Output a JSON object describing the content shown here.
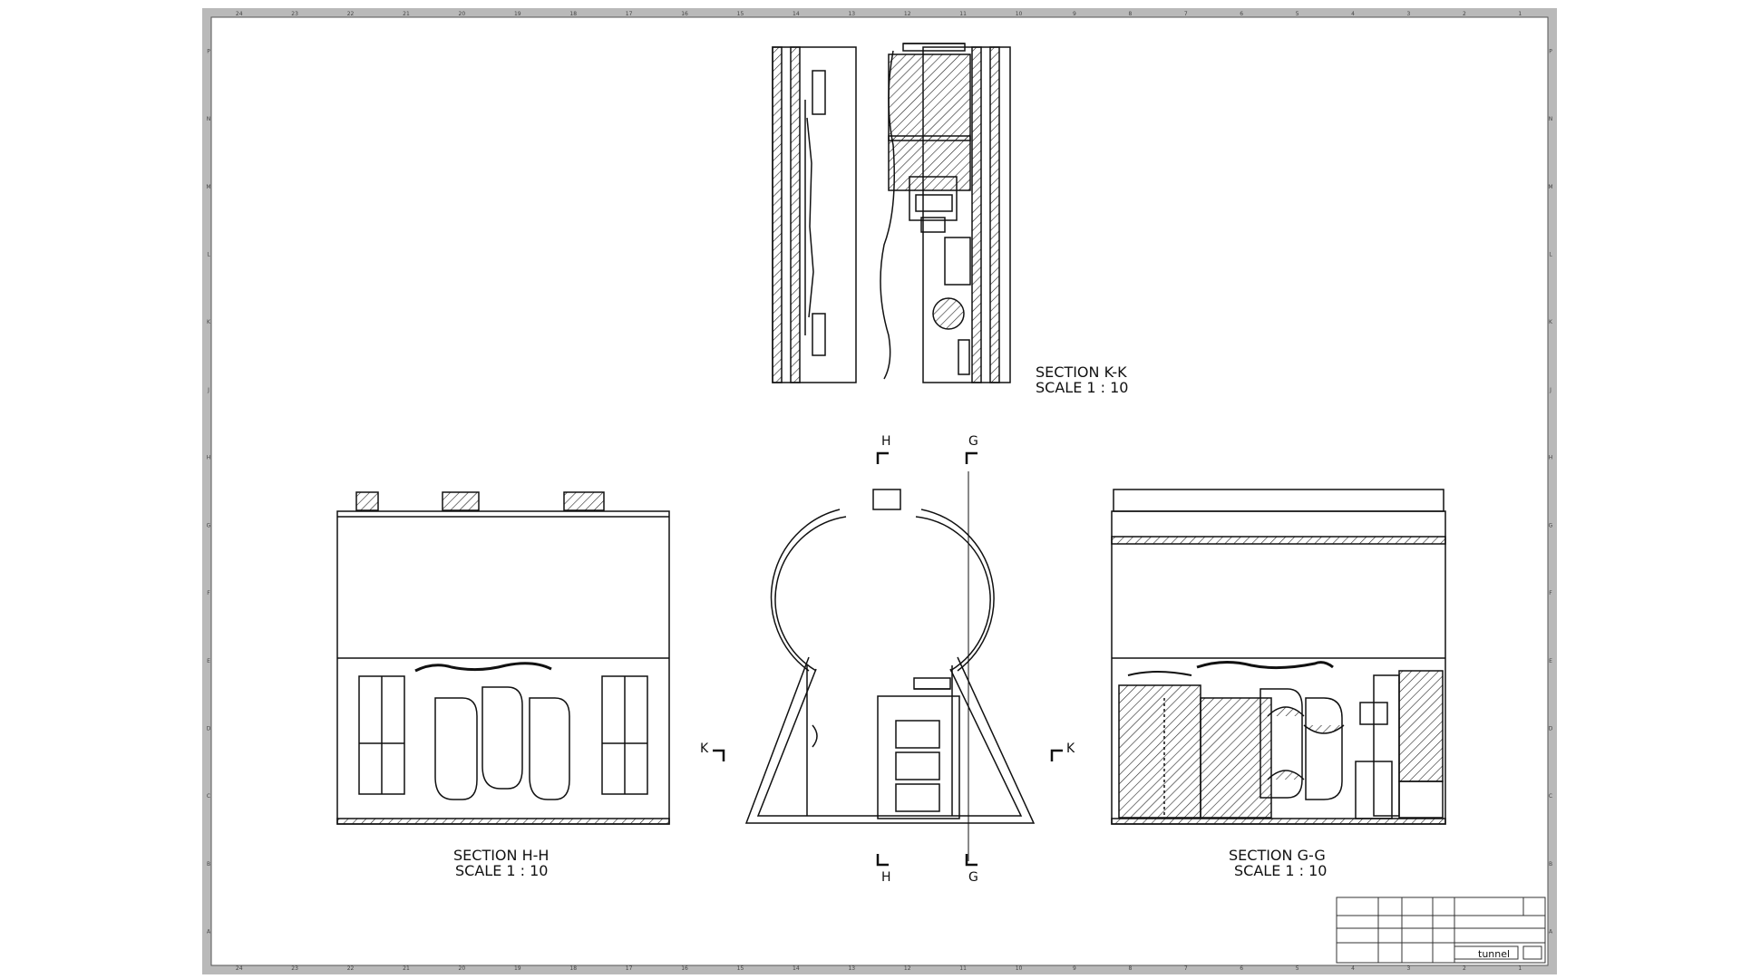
{
  "sections": {
    "kk": {
      "title": "SECTION K-K",
      "scale": "SCALE 1 : 10"
    },
    "hh": {
      "title": "SECTION H-H",
      "scale": "SCALE 1 : 10"
    },
    "gg": {
      "title": "SECTION G-G",
      "scale": "SCALE 1 : 10"
    }
  },
  "cut_labels": {
    "h": "H",
    "g": "G",
    "k": "K"
  },
  "border": {
    "columns": [
      "24",
      "23",
      "22",
      "21",
      "20",
      "19",
      "18",
      "17",
      "16",
      "15",
      "14",
      "13",
      "12",
      "11",
      "10",
      "9",
      "8",
      "7",
      "6",
      "5",
      "4",
      "3",
      "2",
      "1"
    ],
    "rows": [
      "P",
      "N",
      "M",
      "L",
      "K",
      "J",
      "H",
      "G",
      "F",
      "E",
      "D",
      "C",
      "B",
      "A"
    ]
  },
  "title_block": {
    "part_name": "tunnel"
  }
}
